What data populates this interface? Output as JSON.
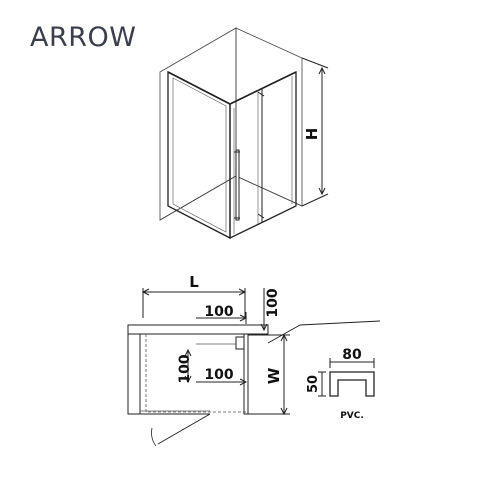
{
  "brand": "ARROW",
  "iso_view": {
    "height_label": "H"
  },
  "plan_view": {
    "length_label": "L",
    "width_label": "W",
    "dim_top_100": "100",
    "dim_right_100": "100",
    "dim_left_100_vertical": "100",
    "dim_center_100": "100"
  },
  "profile": {
    "width_label": "80",
    "height_label": "50",
    "material_label": "PVC."
  },
  "colors": {
    "line": "#222222",
    "text": "#111111",
    "brand": "#3a3f4b"
  }
}
